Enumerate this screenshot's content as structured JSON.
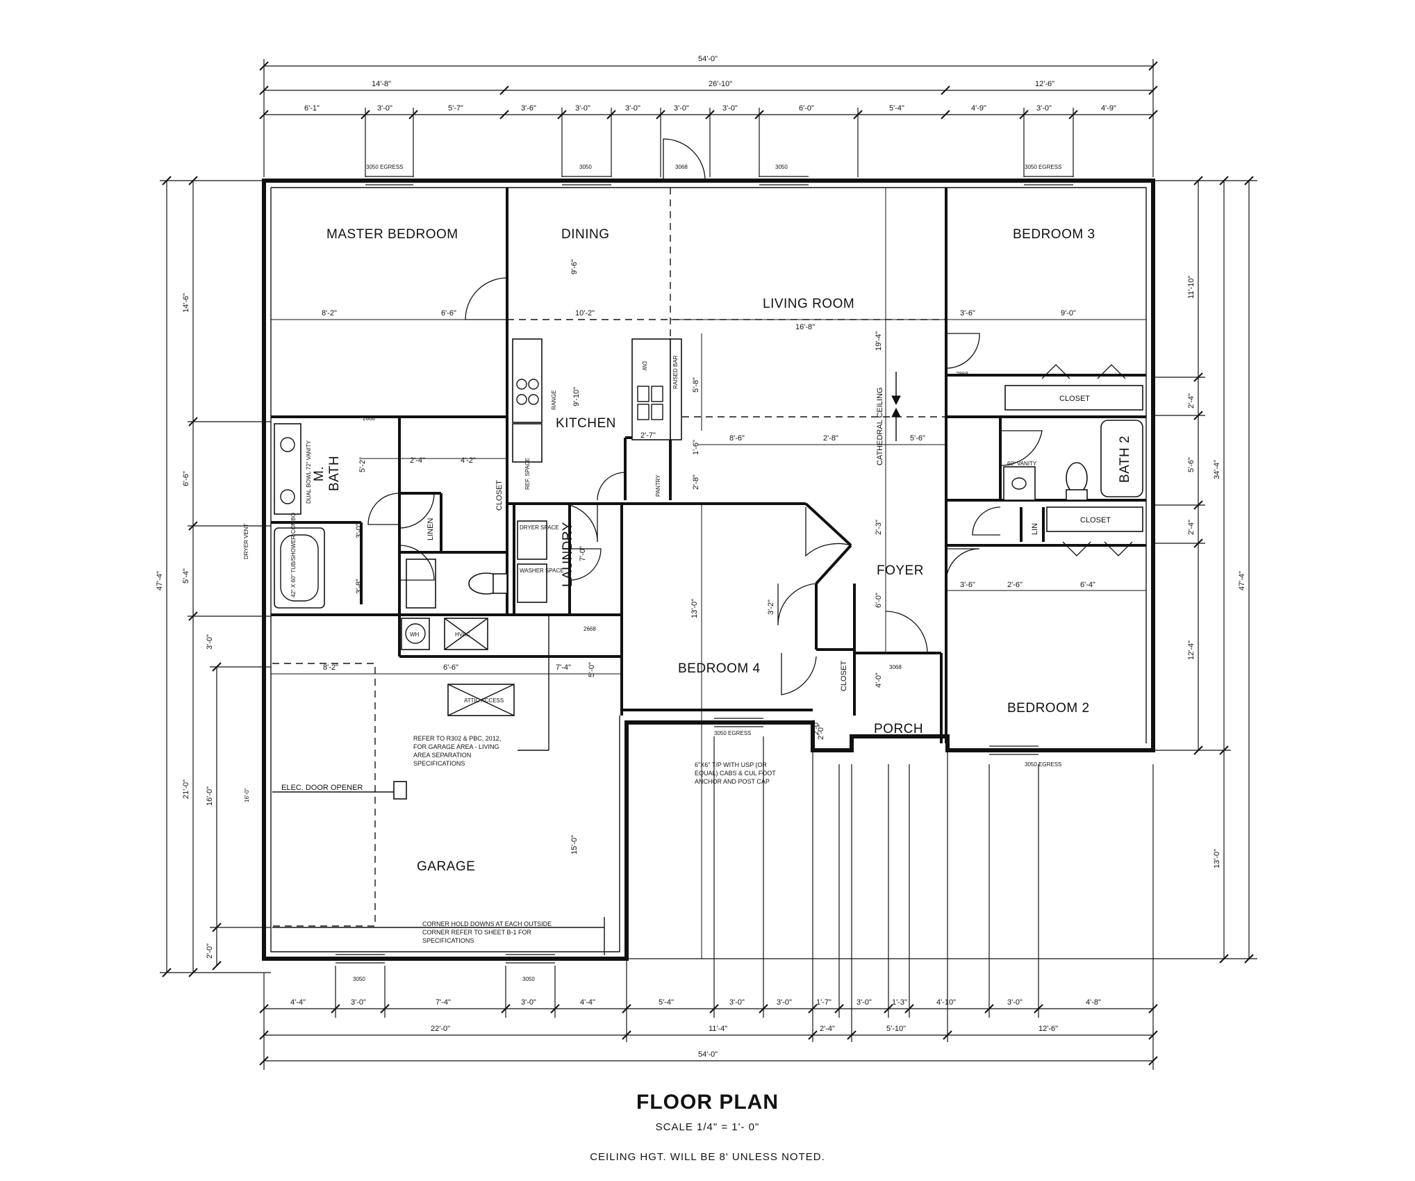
{
  "rooms": {
    "master_bedroom": "MASTER BEDROOM",
    "dining": "DINING",
    "living_room": "LIVING ROOM",
    "bedroom3": "BEDROOM 3",
    "kitchen": "KITCHEN",
    "m_bath_1": "M.",
    "m_bath_2": "BATH",
    "bath2": "BATH 2",
    "laundry": "LAUNDRY",
    "laundry_dim": "7'-0\"",
    "foyer": "FOYER",
    "bedroom4": "BEDROOM 4",
    "porch": "PORCH",
    "bedroom2": "BEDROOM 2",
    "garage": "GARAGE",
    "closet": "CLOSET",
    "linen": "LINEN",
    "lin": "LIN"
  },
  "notes": {
    "cathedral": "CATHEDRAL CEILING",
    "elec_door": "ELEC. DOOR OPENER",
    "attic": "ATTIC ACCESS",
    "refer_1": "REFER TO R302 & PBC, 2012,",
    "refer_2": "FOR GARAGE AREA - LIVING",
    "refer_3": "AREA         SEPARATION",
    "refer_4": "SPECIFICATIONS",
    "hold_1": "CORNER HOLD DOWNS AT EACH OUTSIDE",
    "hold_2": "CORNER  REFER TO SHEET B-1 FOR",
    "hold_3": "SPECIFICATIONS",
    "post_1": "6\"X6\" T/P WITH USP (OR",
    "post_2": "EQUAL) CABS & CUL FOOT",
    "post_3": "ANCHOR AND POST CAP",
    "egress_top_left": "3050 EGRESS",
    "egress_top_right": "3050 EGRESS",
    "egress_b4": "3050 EGRESS",
    "egress_b2": "3050 EGRESS",
    "win_3050": "3050",
    "door_3068": "3068",
    "door_2868": "2868",
    "door_2668": "2668",
    "range": "RANGE",
    "raised_bar": "RAISED BAR",
    "ref_space": "REF. SPACE",
    "pantry": "PANTRY",
    "dw": "DW",
    "dryer": "DRYER SPACE",
    "washer": "WASHER SPACE",
    "wh": "WH",
    "hvac": "HVAC",
    "vanity": "60\" VANITY",
    "dual_bowl": "DUAL BOWL 72\" VANITY",
    "tub_combo": "42\" X 60\" TUB/SHOWER COMBO",
    "dryer_vent": "DRYER VENT",
    "door_16_0": "16'-0\""
  },
  "dims_top": {
    "overall": "54'-0\"",
    "seg1": "14'-8\"",
    "seg2": "26'-10\"",
    "seg3": "12'-6\"",
    "d1": "6'-1\"",
    "d2": "3'-0\"",
    "d3": "5'-7\"",
    "d4": "3'-6\"",
    "d5": "3'-0\"",
    "d6": "3'-0\"",
    "d7": "3'-0\"",
    "d8": "3'-0\"",
    "d9": "6'-0\"",
    "d10": "5'-4\"",
    "d11": "4'-9\"",
    "d12": "3'-0\"",
    "d13": "4'-9\""
  },
  "dims_bottom": {
    "b1": "4'-4\"",
    "b2": "3'-0\"",
    "b3": "7'-4\"",
    "b4": "3'-0\"",
    "b5": "4'-4\"",
    "b6": "5'-4\"",
    "b7": "3'-0\"",
    "b8": "3'-0\"",
    "b9": "1'-7\"",
    "b10": "3'-0\"",
    "b11": "1'-3\"",
    "b12": "4'-10\"",
    "b13": "3'-0\"",
    "b14": "4'-8\"",
    "m1": "22'-0\"",
    "m2": "11'-4\"",
    "m3": "2'-4\"",
    "m4": "5'-10\"",
    "m5": "12'-6\"",
    "overall": "54'-0\""
  },
  "dims_left": {
    "overall": "47'-4\"",
    "l1": "14'-6\"",
    "l2": "6'-6\"",
    "l3": "5'-4\"",
    "l4": "21'-0\"",
    "l5": "16'-0\"",
    "l6": "3'-0\"",
    "l7": "2'-0\""
  },
  "dims_right": {
    "overall": "47'-4\"",
    "r_mid": "34'-4\"",
    "r1": "11'-10\"",
    "r2": "2'-4\"",
    "r3": "5'-6\"",
    "r4": "2'-4\"",
    "r5": "12'-4\"",
    "r6": "13'-0\""
  },
  "dims_interior": {
    "mb_a": "8'-2\"",
    "mb_b": "6'-6\"",
    "din_w": "10'-2\"",
    "din_h": "9'-6\"",
    "lr_w": "16'-8\"",
    "lr_h": "19'-4\"",
    "b3_a": "3'-6\"",
    "b3_b": "9'-0\"",
    "k_h": "9'-10\"",
    "bar": "5'-8\"",
    "k_a": "2'-7\"",
    "k_b": "1'-6\"",
    "k_c": "2'-8\"",
    "hall_a": "8'-6\"",
    "hall_b": "2'-8\"",
    "hall_c": "5'-6\"",
    "hall_d": "2'-3\"",
    "mbath_a": "5'-2\"",
    "mbath_b": "3'-0\"",
    "mbath_c": "3'-8\"",
    "mbath_d": "2'-4\"",
    "mbath_e": "4'-2\"",
    "b4_h": "13'-0\"",
    "b4_a": "3'-2\"",
    "b4_b": "2'-0\"",
    "foyer_a": "6'-0\"",
    "foyer_b": "4'-0\"",
    "porch_a": "2'-0\"",
    "b2_a": "3'-6\"",
    "b2_b": "2'-6\"",
    "b2_c": "6'-4\"",
    "gar_a": "8'-2\"",
    "gar_b": "6'-6\"",
    "gar_c": "7'-4\"",
    "gar_d": "5'-0\"",
    "gar_h": "15'-0\"",
    "gar_16": "16'-0\""
  },
  "title_block": {
    "title": "FLOOR PLAN",
    "scale": "SCALE 1/4\" = 1'- 0\"",
    "note": "CEILING HGT. WILL BE 8' UNLESS NOTED."
  }
}
